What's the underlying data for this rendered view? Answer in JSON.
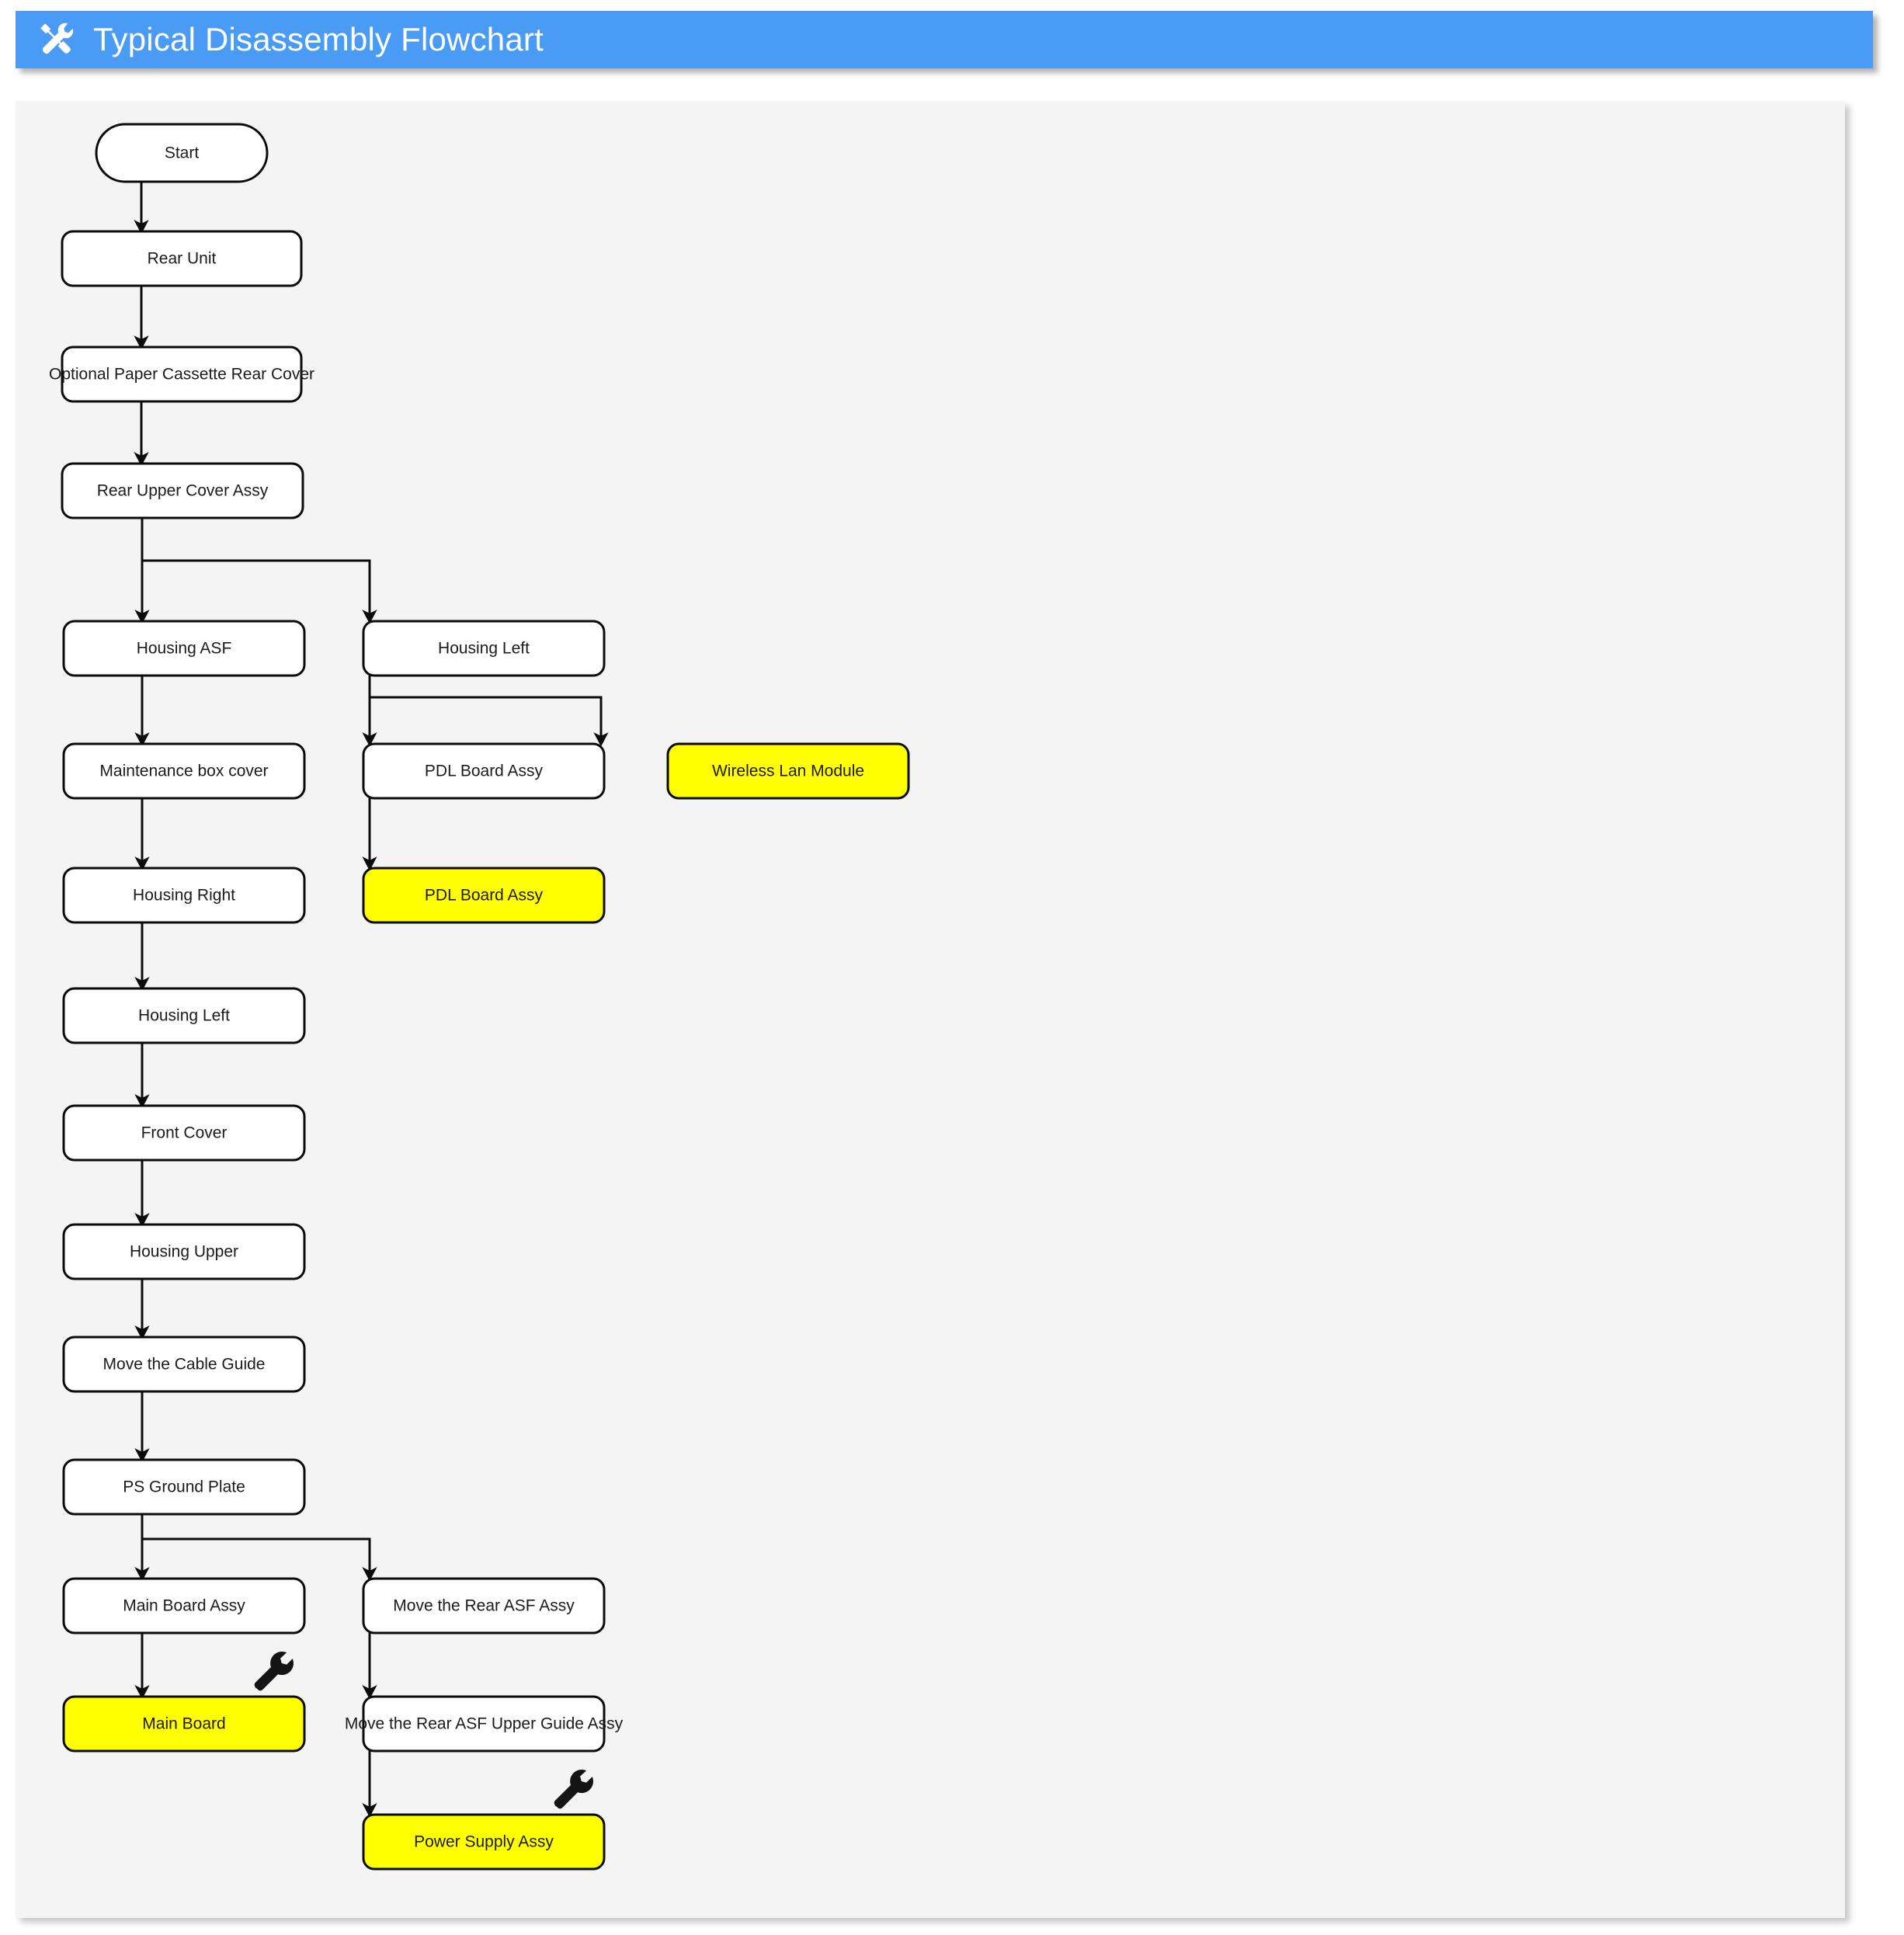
{
  "header": {
    "title": "Typical Disassembly Flowchart",
    "icon": "hammer-and-wrench-icon",
    "bar_color": "#4a9bf5",
    "title_color": "#ffffff"
  },
  "panel": {
    "background_color": "#f4f4f4"
  },
  "chart_data": {
    "type": "diagram",
    "title": "Typical Disassembly Flowchart",
    "node_fill_default": "#ffffff",
    "node_fill_highlight": "#ffff00",
    "node_stroke": "#000000",
    "nodes": [
      {
        "id": "start",
        "label": "Start",
        "shape": "stadium",
        "fill": "#ffffff",
        "col": 1,
        "marker": null
      },
      {
        "id": "rear_unit",
        "label": "Rear Unit",
        "shape": "rounded",
        "fill": "#ffffff",
        "col": 1,
        "marker": null
      },
      {
        "id": "opt_paper",
        "label": "Optional Paper Cassette Rear Cover",
        "shape": "rounded",
        "fill": "#ffffff",
        "col": 1,
        "marker": null
      },
      {
        "id": "rear_upper",
        "label": "Rear Upper Cover Assy",
        "shape": "rounded",
        "fill": "#ffffff",
        "col": 1,
        "marker": null
      },
      {
        "id": "housing_asf",
        "label": "Housing ASF",
        "shape": "rounded",
        "fill": "#ffffff",
        "col": 1,
        "marker": null
      },
      {
        "id": "housing_left_2",
        "label": "Housing Left",
        "shape": "rounded",
        "fill": "#ffffff",
        "col": 2,
        "marker": null
      },
      {
        "id": "maint_box",
        "label": "Maintenance box cover",
        "shape": "rounded",
        "fill": "#ffffff",
        "col": 1,
        "marker": null
      },
      {
        "id": "pdl_board_assy",
        "label": "PDL Board Assy",
        "shape": "rounded",
        "fill": "#ffffff",
        "col": 2,
        "marker": null
      },
      {
        "id": "wireless_lan",
        "label": "Wireless Lan Module",
        "shape": "rounded",
        "fill": "#ffff00",
        "col": 3,
        "marker": null
      },
      {
        "id": "housing_right",
        "label": "Housing Right",
        "shape": "rounded",
        "fill": "#ffffff",
        "col": 1,
        "marker": null
      },
      {
        "id": "pdl_board",
        "label": "PDL Board Assy",
        "shape": "rounded",
        "fill": "#ffff00",
        "col": 2,
        "marker": null
      },
      {
        "id": "housing_left",
        "label": "Housing Left",
        "shape": "rounded",
        "fill": "#ffffff",
        "col": 1,
        "marker": null
      },
      {
        "id": "front_cover",
        "label": "Front Cover",
        "shape": "rounded",
        "fill": "#ffffff",
        "col": 1,
        "marker": null
      },
      {
        "id": "housing_upper",
        "label": "Housing Upper",
        "shape": "rounded",
        "fill": "#ffffff",
        "col": 1,
        "marker": null
      },
      {
        "id": "cable_guide",
        "label": "Move the Cable Guide",
        "shape": "rounded",
        "fill": "#ffffff",
        "col": 1,
        "marker": null
      },
      {
        "id": "ps_ground",
        "label": "PS Ground Plate",
        "shape": "rounded",
        "fill": "#ffffff",
        "col": 1,
        "marker": null
      },
      {
        "id": "main_board_assy",
        "label": "Main Board Assy",
        "shape": "rounded",
        "fill": "#ffffff",
        "col": 1,
        "marker": null
      },
      {
        "id": "rear_asf_assy",
        "label": "Move the Rear ASF Assy",
        "shape": "rounded",
        "fill": "#ffffff",
        "col": 2,
        "marker": null
      },
      {
        "id": "main_board",
        "label": "Main Board",
        "shape": "rounded",
        "fill": "#ffff00",
        "col": 1,
        "marker": "wrench-icon"
      },
      {
        "id": "rear_asf_upper",
        "label": "Move the Rear ASF Upper Guide Assy",
        "shape": "rounded",
        "fill": "#ffffff",
        "col": 2,
        "marker": null
      },
      {
        "id": "power_supply",
        "label": "Power Supply Assy",
        "shape": "rounded",
        "fill": "#ffff00",
        "col": 2,
        "marker": "wrench-icon"
      }
    ],
    "edges": [
      {
        "from": "start",
        "to": "rear_unit",
        "type": "straight"
      },
      {
        "from": "rear_unit",
        "to": "opt_paper",
        "type": "straight"
      },
      {
        "from": "opt_paper",
        "to": "rear_upper",
        "type": "straight"
      },
      {
        "from": "rear_upper",
        "to": "housing_asf",
        "type": "straight"
      },
      {
        "from": "rear_upper",
        "to": "housing_left_2",
        "type": "elbow"
      },
      {
        "from": "housing_asf",
        "to": "maint_box",
        "type": "straight"
      },
      {
        "from": "housing_left_2",
        "to": "pdl_board_assy",
        "type": "straight"
      },
      {
        "from": "housing_left_2",
        "to": "wireless_lan",
        "type": "elbow"
      },
      {
        "from": "maint_box",
        "to": "housing_right",
        "type": "straight"
      },
      {
        "from": "pdl_board_assy",
        "to": "pdl_board",
        "type": "straight"
      },
      {
        "from": "housing_right",
        "to": "housing_left",
        "type": "straight"
      },
      {
        "from": "housing_left",
        "to": "front_cover",
        "type": "straight"
      },
      {
        "from": "front_cover",
        "to": "housing_upper",
        "type": "straight"
      },
      {
        "from": "housing_upper",
        "to": "cable_guide",
        "type": "straight"
      },
      {
        "from": "cable_guide",
        "to": "ps_ground",
        "type": "straight"
      },
      {
        "from": "ps_ground",
        "to": "main_board_assy",
        "type": "straight"
      },
      {
        "from": "ps_ground",
        "to": "rear_asf_assy",
        "type": "elbow"
      },
      {
        "from": "main_board_assy",
        "to": "main_board",
        "type": "straight"
      },
      {
        "from": "rear_asf_assy",
        "to": "rear_asf_upper",
        "type": "straight"
      },
      {
        "from": "rear_asf_upper",
        "to": "power_supply",
        "type": "straight"
      }
    ]
  }
}
